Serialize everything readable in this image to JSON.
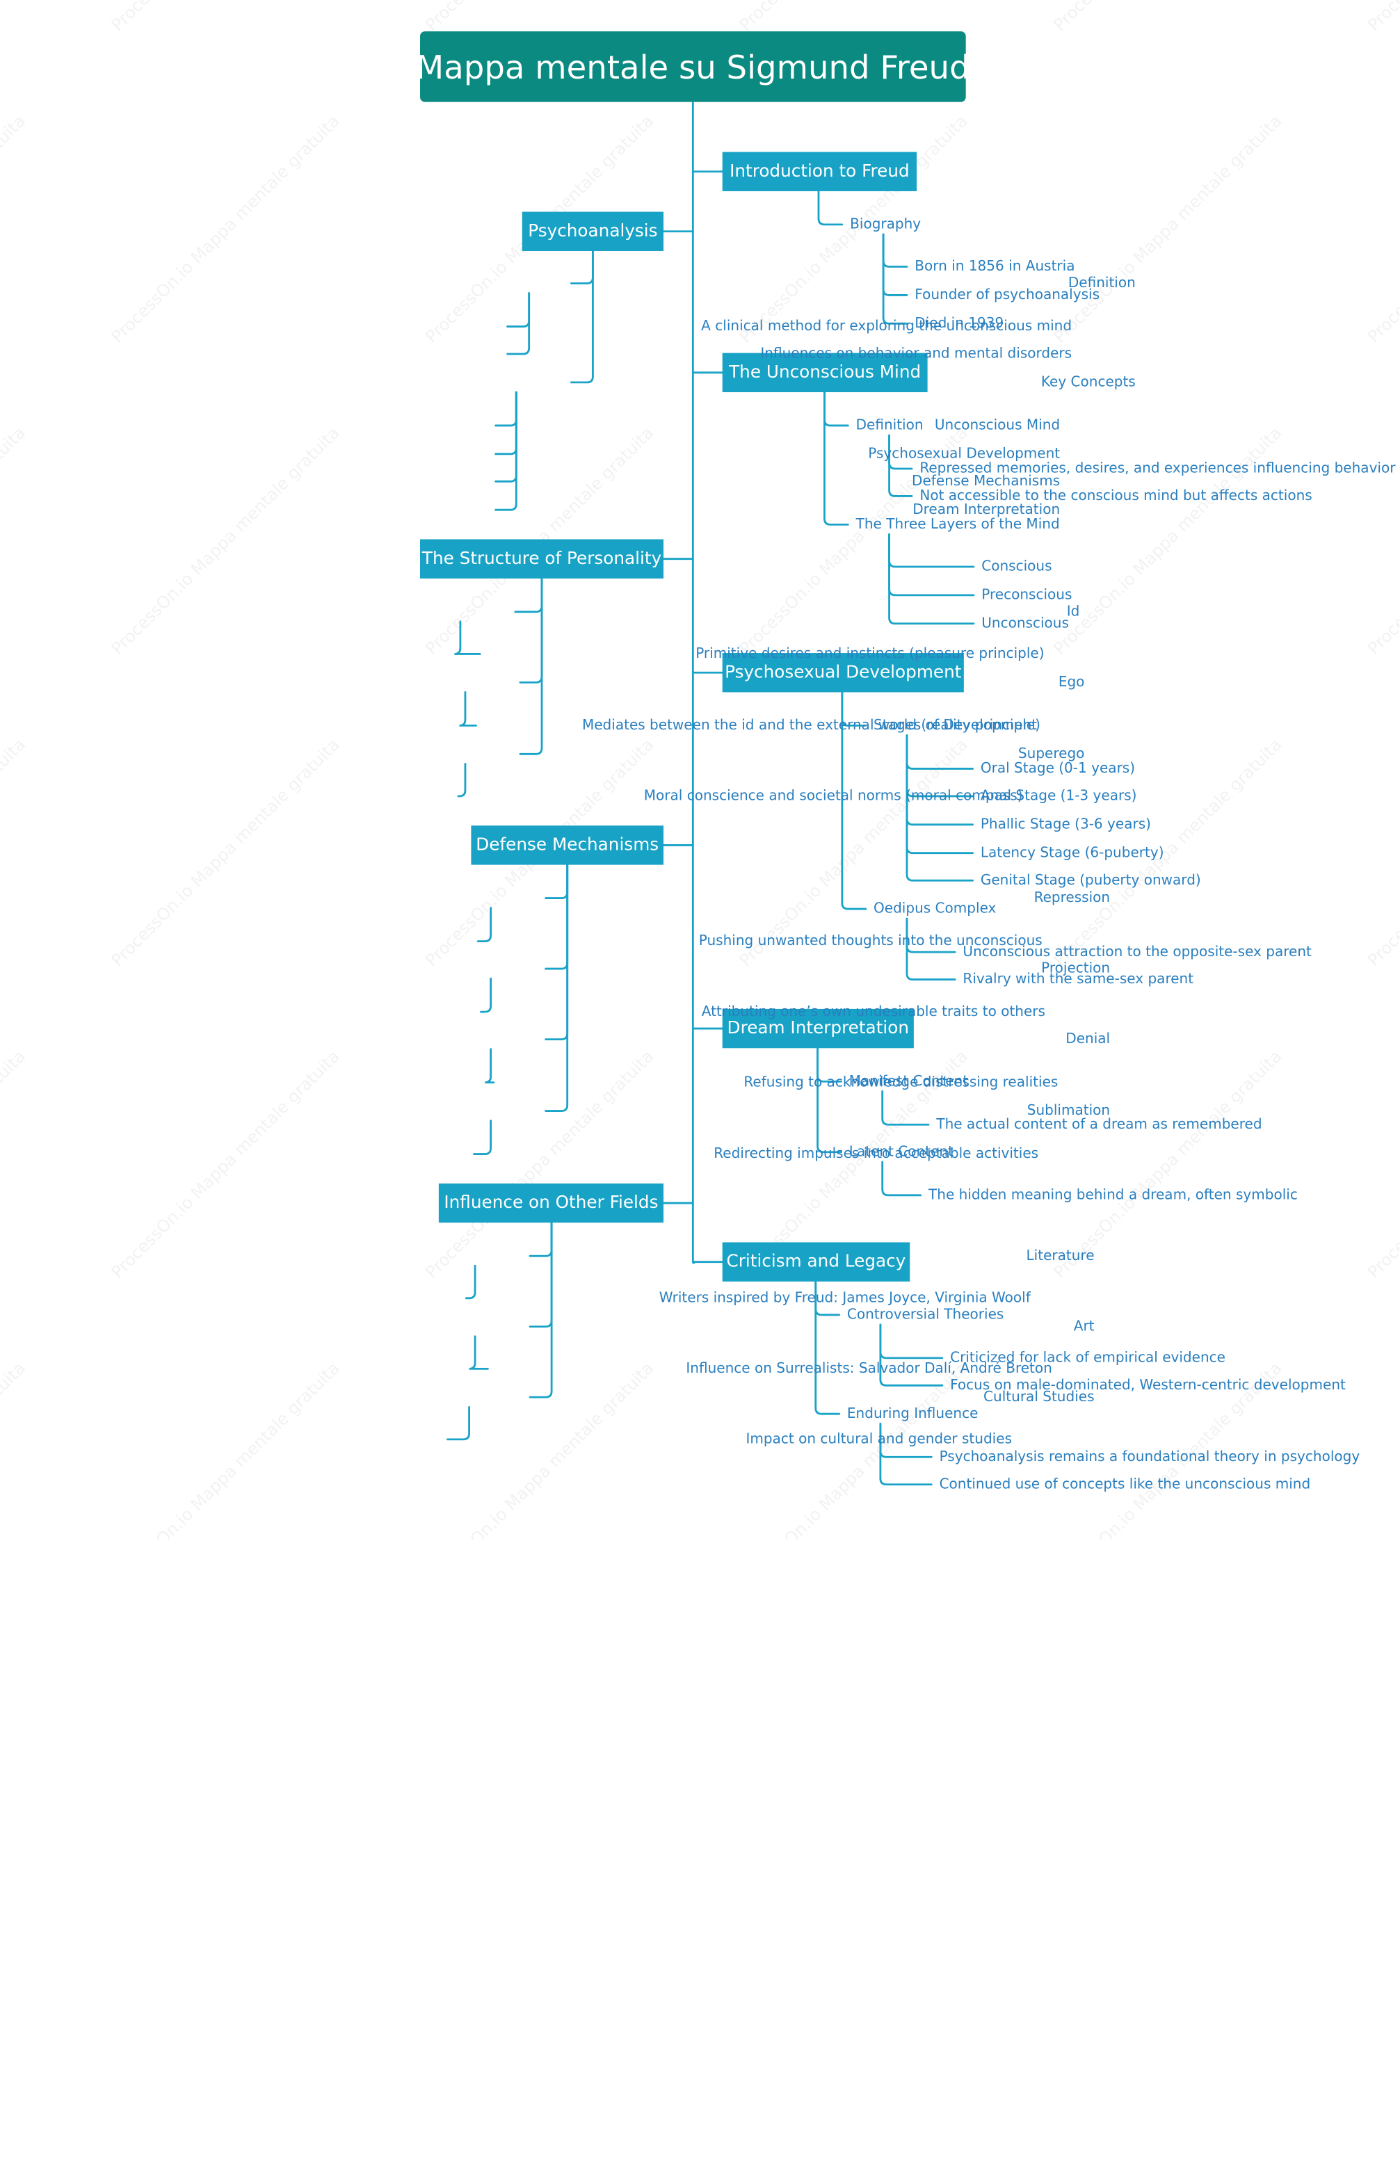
{
  "title": "Mappa mentale su Sigmund Freud",
  "watermark": "ProcessOn.io Mappa mentale gratuita",
  "colors": {
    "root": "#0a8a80",
    "branch": "#17a2c6",
    "line": "#1aa3c8",
    "text": "#2a7fbf"
  },
  "right_branches": [
    {
      "label": "Introduction to Freud",
      "children": [
        {
          "label": "Biography",
          "children": [
            "Born in 1856 in Austria",
            "Founder of psychoanalysis",
            "Died in 1939"
          ]
        }
      ]
    },
    {
      "label": "The Unconscious Mind",
      "children": [
        {
          "label": "Definition",
          "children": [
            "Repressed memories, desires, and experiences influencing behavior",
            "Not accessible to the conscious mind but affects actions"
          ]
        },
        {
          "label": "The Three Layers of the Mind",
          "children": [
            "Conscious",
            "Preconscious",
            "Unconscious"
          ]
        }
      ]
    },
    {
      "label": "Psychosexual Development",
      "children": [
        {
          "label": "Stages of Development",
          "children": [
            "Oral Stage (0-1 years)",
            "Anal Stage (1-3 years)",
            "Phallic Stage (3-6 years)",
            "Latency Stage (6-puberty)",
            "Genital Stage (puberty onward)"
          ]
        },
        {
          "label": "Oedipus Complex",
          "children": [
            "Unconscious attraction to the opposite-sex parent",
            "Rivalry with the same-sex parent"
          ]
        }
      ]
    },
    {
      "label": "Dream Interpretation",
      "children": [
        {
          "label": "Manifest Content",
          "children": [
            "The actual content of a dream as remembered"
          ]
        },
        {
          "label": "Latent Content",
          "children": [
            "The hidden meaning behind a dream, often symbolic"
          ]
        }
      ]
    },
    {
      "label": "Criticism and Legacy",
      "children": [
        {
          "label": "Controversial Theories",
          "children": [
            "Criticized for lack of empirical evidence",
            "Focus on male-dominated, Western-centric development"
          ]
        },
        {
          "label": "Enduring Influence",
          "children": [
            "Psychoanalysis remains a foundational theory in psychology",
            "Continued use of concepts like the unconscious mind"
          ]
        }
      ]
    }
  ],
  "left_branches": [
    {
      "label": "Psychoanalysis",
      "children": [
        {
          "label": "Definition",
          "children": [
            "A clinical method for exploring the unconscious mind",
            "Influences on behavior and mental disorders"
          ]
        },
        {
          "label": "Key Concepts",
          "children": [
            "Unconscious Mind",
            "Psychosexual Development",
            "Defense Mechanisms",
            "Dream Interpretation"
          ]
        }
      ]
    },
    {
      "label": "The Structure of Personality",
      "children": [
        {
          "label": "Id",
          "children": [
            "Primitive desires and instincts (pleasure principle)"
          ]
        },
        {
          "label": "Ego",
          "children": [
            "Mediates between the id and the external world (reality principle)"
          ]
        },
        {
          "label": "Superego",
          "children": [
            "Moral conscience and societal norms (moral compass)"
          ]
        }
      ]
    },
    {
      "label": "Defense Mechanisms",
      "children": [
        {
          "label": "Repression",
          "children": [
            "Pushing unwanted thoughts into the unconscious"
          ]
        },
        {
          "label": "Projection",
          "children": [
            "Attributing one’s own undesirable traits to others"
          ]
        },
        {
          "label": "Denial",
          "children": [
            "Refusing to acknowledge distressing realities"
          ]
        },
        {
          "label": "Sublimation",
          "children": [
            "Redirecting impulses into acceptable activities"
          ]
        }
      ]
    },
    {
      "label": "Influence on Other Fields",
      "children": [
        {
          "label": "Literature",
          "children": [
            "Writers inspired by Freud: James Joyce, Virginia Woolf"
          ]
        },
        {
          "label": "Art",
          "children": [
            "Influence on Surrealists: Salvador Dalí, André Breton"
          ]
        },
        {
          "label": "Cultural Studies",
          "children": [
            "Impact on cultural and gender studies"
          ]
        }
      ]
    }
  ]
}
